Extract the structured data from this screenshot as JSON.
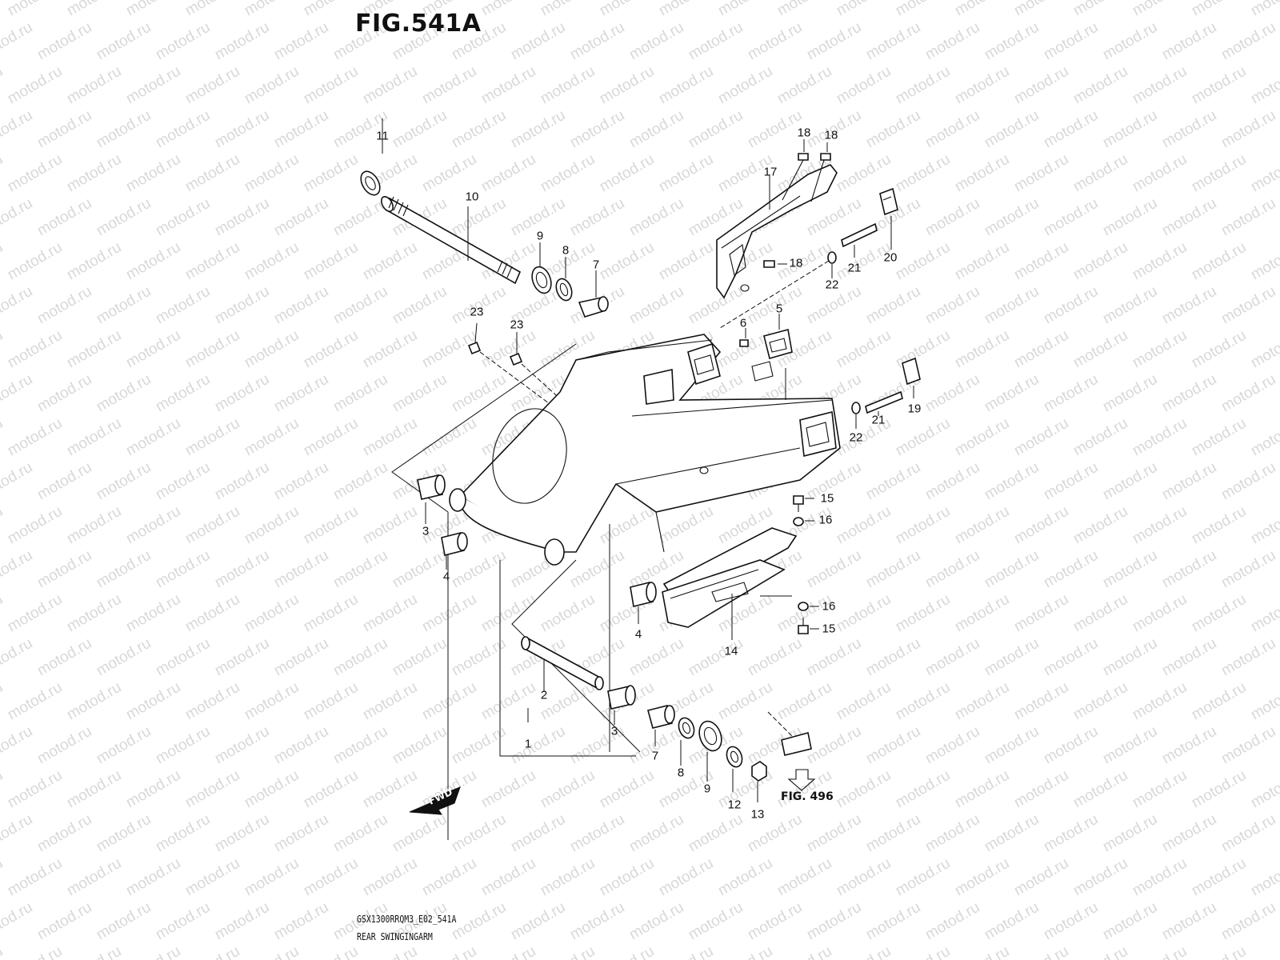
{
  "figure": {
    "title": "FIG.541A",
    "reference": "FIG. 496",
    "code": "GSX1300RRQM3_E02_541A",
    "name": "REAR SWINGINGARM",
    "watermark": "motod.ru",
    "fwd_label": "FWD"
  },
  "callouts": [
    {
      "id": "c1",
      "label": "1"
    },
    {
      "id": "c2",
      "label": "2"
    },
    {
      "id": "c3a",
      "label": "3"
    },
    {
      "id": "c3b",
      "label": "3"
    },
    {
      "id": "c4a",
      "label": "4"
    },
    {
      "id": "c4b",
      "label": "4"
    },
    {
      "id": "c5",
      "label": "5"
    },
    {
      "id": "c6",
      "label": "6"
    },
    {
      "id": "c7a",
      "label": "7"
    },
    {
      "id": "c7b",
      "label": "7"
    },
    {
      "id": "c8a",
      "label": "8"
    },
    {
      "id": "c8b",
      "label": "8"
    },
    {
      "id": "c9a",
      "label": "9"
    },
    {
      "id": "c9b",
      "label": "9"
    },
    {
      "id": "c10",
      "label": "10"
    },
    {
      "id": "c11",
      "label": "11"
    },
    {
      "id": "c12",
      "label": "12"
    },
    {
      "id": "c13",
      "label": "13"
    },
    {
      "id": "c14",
      "label": "14"
    },
    {
      "id": "c15a",
      "label": "15"
    },
    {
      "id": "c15b",
      "label": "15"
    },
    {
      "id": "c16a",
      "label": "16"
    },
    {
      "id": "c16b",
      "label": "16"
    },
    {
      "id": "c17",
      "label": "17"
    },
    {
      "id": "c18a",
      "label": "18"
    },
    {
      "id": "c18b",
      "label": "18"
    },
    {
      "id": "c18c",
      "label": "18"
    },
    {
      "id": "c19",
      "label": "19"
    },
    {
      "id": "c20",
      "label": "20"
    },
    {
      "id": "c21a",
      "label": "21"
    },
    {
      "id": "c21b",
      "label": "21"
    },
    {
      "id": "c22a",
      "label": "22"
    },
    {
      "id": "c22b",
      "label": "22"
    },
    {
      "id": "c23a",
      "label": "23"
    },
    {
      "id": "c23b",
      "label": "23"
    }
  ]
}
